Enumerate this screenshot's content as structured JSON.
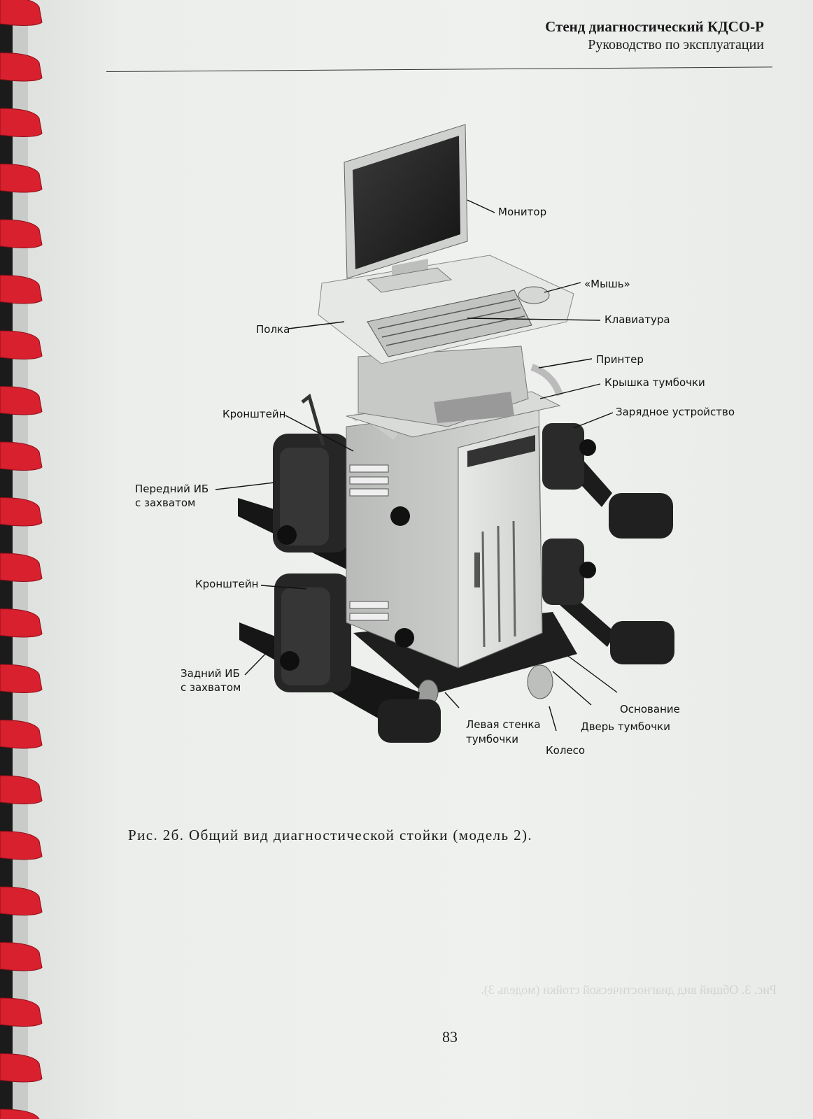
{
  "header": {
    "title": "Стенд диагностический КДСО-Р",
    "subtitle": "Руководство по эксплуатации"
  },
  "figure": {
    "labels": {
      "monitor": "Монитор",
      "mouse": "«Мышь»",
      "shelf": "Полка",
      "keyboard": "Клавиатура",
      "printer": "Принтер",
      "cabinet_lid": "Крышка тумбочки",
      "charger": "Зарядное устройство",
      "bracket_top": "Кронштейн",
      "front_sensor_line1": "Передний ИБ",
      "front_sensor_line2": "с захватом",
      "bracket_bottom": "Кронштейн",
      "rear_sensor_line1": "Задний ИБ",
      "rear_sensor_line2": "с захватом",
      "base": "Основание",
      "cabinet_door": "Дверь тумбочки",
      "left_wall_line1": "Левая стенка",
      "left_wall_line2": "тумбочки",
      "wheel": "Колесо"
    },
    "caption": "Рис. 2б. Общий вид диагностической стойки (модель 2)."
  },
  "show_through": {
    "text": "Рис. 3. Общий вид диагностической стойки (модель 3)."
  },
  "page_number": "83",
  "colors": {
    "binding": "#d8202e",
    "paper": "#eceeec",
    "ink": "#1a1a1a"
  }
}
